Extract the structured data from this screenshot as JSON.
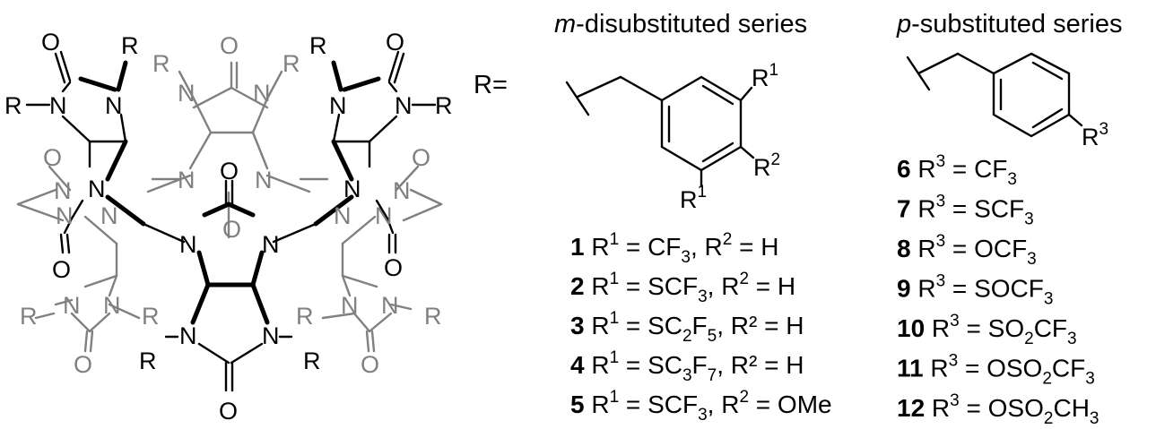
{
  "labels": {
    "r_equals": "R=",
    "m_series_italic": "m",
    "m_series_rest": "-disubstituted series",
    "p_series_italic": "p",
    "p_series_rest": "-substituted series"
  },
  "atoms": {
    "n": "N",
    "o": "O",
    "r": "R"
  },
  "m_ring_labels": {
    "r1": "R",
    "r1_sup": "1",
    "r2": "R",
    "r2_sup": "2"
  },
  "p_ring_labels": {
    "r3": "R",
    "r3_sup": "3"
  },
  "m_compounds": [
    {
      "num": "1",
      "t1": " R",
      "sup1": "1",
      "t2": " = CF",
      "sub2": "3",
      "t3": ", R",
      "sup3": "2",
      "t4": " = H",
      "sub4": "",
      "t5": ""
    },
    {
      "num": "2",
      "t1": " R",
      "sup1": "1",
      "t2": " = SCF",
      "sub2": "3",
      "t3": ", R",
      "sup3": "2",
      "t4": " = H",
      "sub4": "",
      "t5": ""
    },
    {
      "num": "3",
      "t1": " R",
      "sup1": "1",
      "t2": " = SC",
      "sub2": "2",
      "t3": "F",
      "sup3": "",
      "t4": "",
      "sub4": "5",
      "t5": ", R² = H"
    },
    {
      "num": "4",
      "t1": " R",
      "sup1": "1",
      "t2": " = SC",
      "sub2": "3",
      "t3": "F",
      "sup3": "",
      "t4": "",
      "sub4": "7",
      "t5": ", R² = H"
    },
    {
      "num": "5",
      "t1": " R",
      "sup1": "1",
      "t2": " = SCF",
      "sub2": "3",
      "t3": ", R",
      "sup3": "2",
      "t4": " = OMe",
      "sub4": "",
      "t5": ""
    }
  ],
  "p_compounds": [
    {
      "num": "6",
      "t1": " R",
      "sup1": "3",
      "t2": " = CF",
      "sub2": "3",
      "t3": "",
      "sub3": "",
      "t4": "",
      "sub4": "",
      "t5": ""
    },
    {
      "num": "7",
      "t1": " R",
      "sup1": "3",
      "t2": " = SCF",
      "sub2": "3",
      "t3": "",
      "sub3": "",
      "t4": "",
      "sub4": "",
      "t5": ""
    },
    {
      "num": "8",
      "t1": " R",
      "sup1": "3",
      "t2": " = OCF",
      "sub2": "3",
      "t3": "",
      "sub3": "",
      "t4": "",
      "sub4": "",
      "t5": ""
    },
    {
      "num": "9",
      "t1": " R",
      "sup1": "3",
      "t2": " = SOCF",
      "sub2": "3",
      "t3": "",
      "sub3": "",
      "t4": "",
      "sub4": "",
      "t5": ""
    },
    {
      "num": "10",
      "t1": " R",
      "sup1": "3",
      "t2": " = SO",
      "sub2": "2",
      "t3": "CF",
      "sub3": "3",
      "t4": "",
      "sub4": "",
      "t5": ""
    },
    {
      "num": "11",
      "t1": " R",
      "sup1": "3",
      "t2": " = OSO",
      "sub2": "2",
      "t3": "CF",
      "sub3": "3",
      "t4": "",
      "sub4": "",
      "t5": ""
    },
    {
      "num": "12",
      "t1": " R",
      "sup1": "3",
      "t2": " = OSO",
      "sub2": "2",
      "t3": "CH",
      "sub3": "3",
      "t4": "",
      "sub4": "",
      "t5": ""
    }
  ],
  "colors": {
    "front": "#000000",
    "back": "#808080",
    "background": "#ffffff"
  }
}
